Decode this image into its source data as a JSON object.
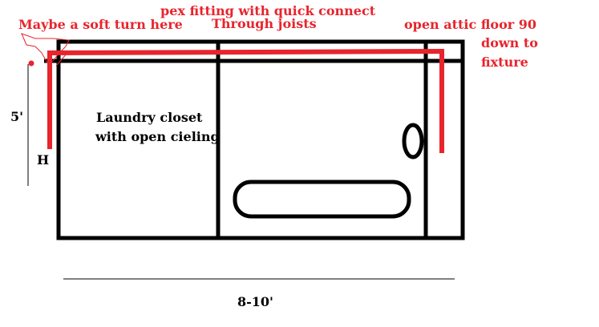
{
  "colors": {
    "annotation": "#e8242d",
    "outline": "#000000",
    "background": "#ffffff"
  },
  "labels": {
    "soft_turn": "Maybe a soft turn here",
    "pex_fitting": "pex fitting with quick connect",
    "through_joists": "Through joists",
    "attic_line1": "open attic floor 90",
    "attic_line2": "down to",
    "attic_line3": "fixture",
    "height_dim": "5'",
    "hot_marker": "H",
    "closet_line1": "Laundry closet",
    "closet_line2": "with open cieling",
    "width_dim": "8-10'"
  }
}
